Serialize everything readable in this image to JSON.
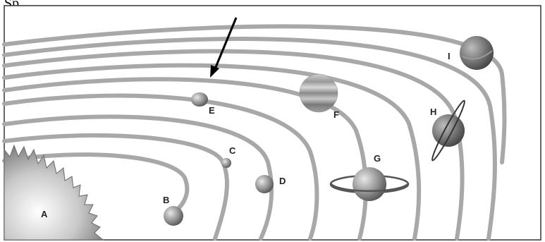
{
  "header": {
    "text": "Sp"
  },
  "labels": {
    "sun": "A",
    "planet_b": "B",
    "planet_c": "C",
    "planet_d": "D",
    "planet_e": "E",
    "planet_f": "F",
    "planet_g": "G",
    "planet_h": "H",
    "planet_i": "I"
  },
  "colors": {
    "orbit": "#a8a8a8",
    "frame": "#333333",
    "arrow": "#000000"
  }
}
